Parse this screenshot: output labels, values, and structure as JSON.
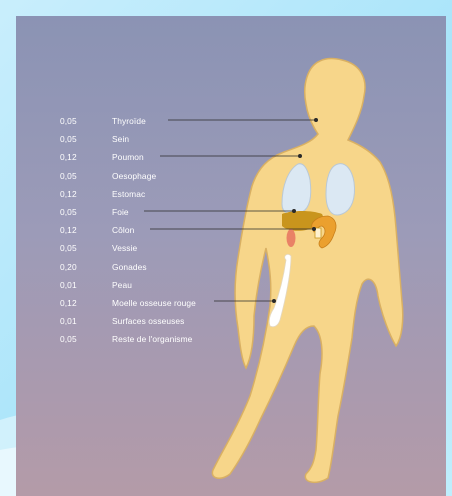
{
  "organs": [
    {
      "factor": "0,05",
      "name": "Thyroïde"
    },
    {
      "factor": "0,05",
      "name": "Sein"
    },
    {
      "factor": "0,12",
      "name": "Poumon"
    },
    {
      "factor": "0,05",
      "name": "Oesophage"
    },
    {
      "factor": "0,12",
      "name": "Estomac"
    },
    {
      "factor": "0,05",
      "name": "Foie"
    },
    {
      "factor": "0,12",
      "name": "Côlon"
    },
    {
      "factor": "0,05",
      "name": "Vessie"
    },
    {
      "factor": "0,20",
      "name": "Gonades"
    },
    {
      "factor": "0,01",
      "name": "Peau"
    },
    {
      "factor": "0,12",
      "name": "Moelle osseuse rouge"
    },
    {
      "factor": "0,01",
      "name": "Surfaces osseuses"
    },
    {
      "factor": "0,05",
      "name": "Reste de l'organisme"
    }
  ],
  "colors": {
    "body": "#f7d68a",
    "body_outline": "#d9b063",
    "lungs": "#dbe8f3",
    "liver": "#c9951d",
    "colon": "#eba02e",
    "stomach_bladder": "#e98266",
    "bone": "#ffffff",
    "panel_top": "#8b93b4",
    "panel_bottom": "#b49ba8",
    "slide_background": "#a8e4fa"
  }
}
